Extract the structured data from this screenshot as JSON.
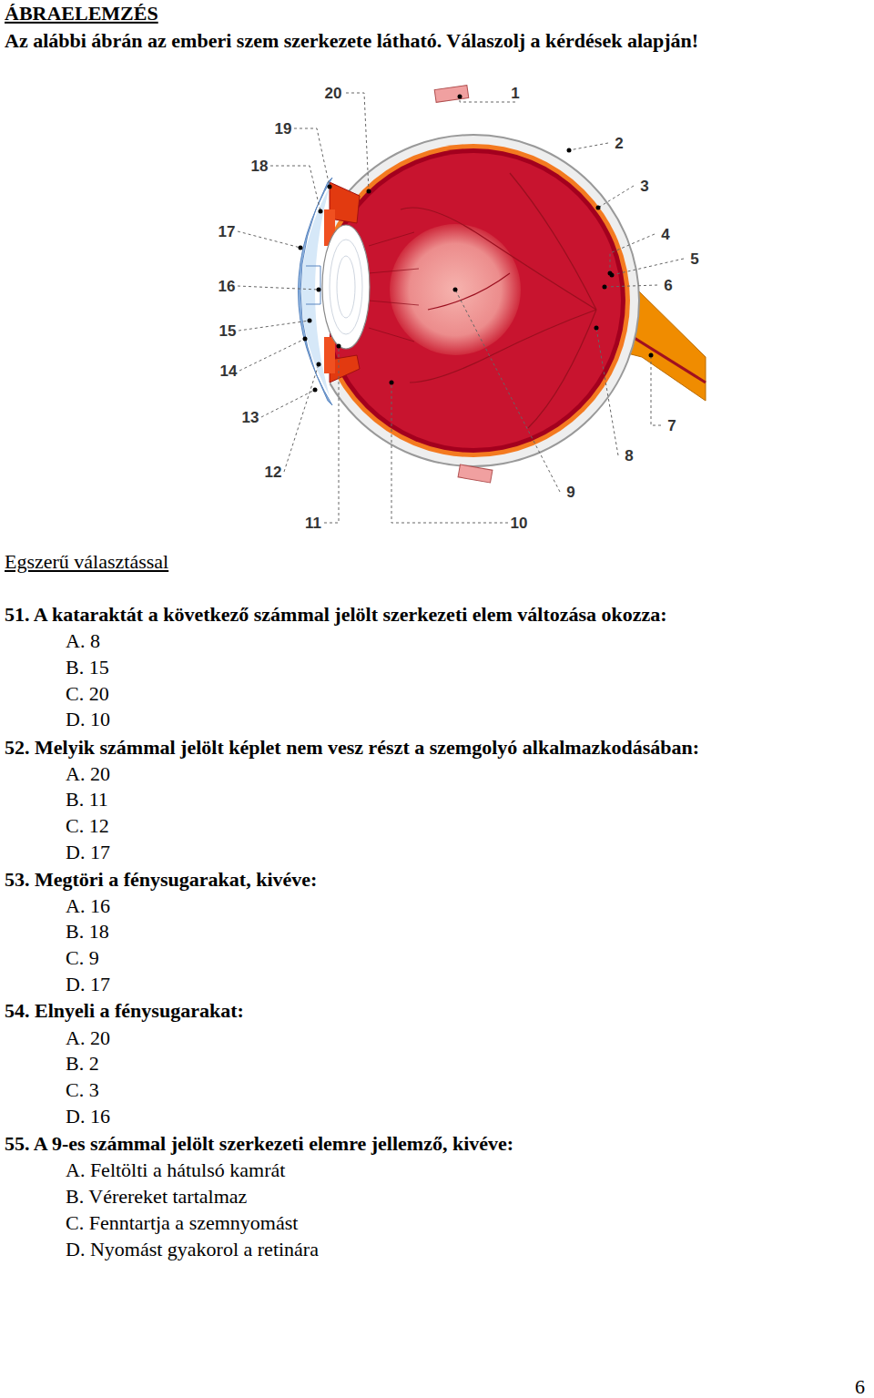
{
  "diagram": {
    "title": "ÁBRAELEMZÉS",
    "labels": [
      "Az alábbi ábrán az emberi szem szerkezete látható. Válaszolj a kérdések alapján!",
      "1",
      "2",
      "3",
      "4",
      "5",
      "6",
      "7",
      "8",
      "9",
      "10",
      "11",
      "12",
      "13",
      "14",
      "15",
      "16",
      "17",
      "18",
      "19",
      "20",
      "Egszerű választással",
      "51. A kataraktát a következő számmal jelölt szerkezeti elem változása okozza:",
      "A. 8",
      "B. 15",
      "C. 20",
      "D. 10",
      "52. Melyik számmal jelölt képlet nem vesz részt a szemgolyó alkalmazkodásában:",
      "A. 20",
      "B. 11",
      "C. 12",
      "D. 17",
      "53. Megtöri a fénysugarakat, kivéve:",
      "A. 16",
      "B. 18",
      "C. 9",
      "D. 17",
      "54. Elnyeli a fénysugarakat:",
      "A. 20",
      "B. 2",
      "C. 3",
      "D. 16",
      "55. A 9-es számmal jelölt szerkezeti elemre jellemző, kivéve:",
      "A. Feltölti a hátulsó kamrát",
      "B. Vérereket tartalmaz",
      "C. Fenntartja a szemnyomást",
      "D. Nyomást gyakorol a retinára",
      "6"
    ]
  }
}
